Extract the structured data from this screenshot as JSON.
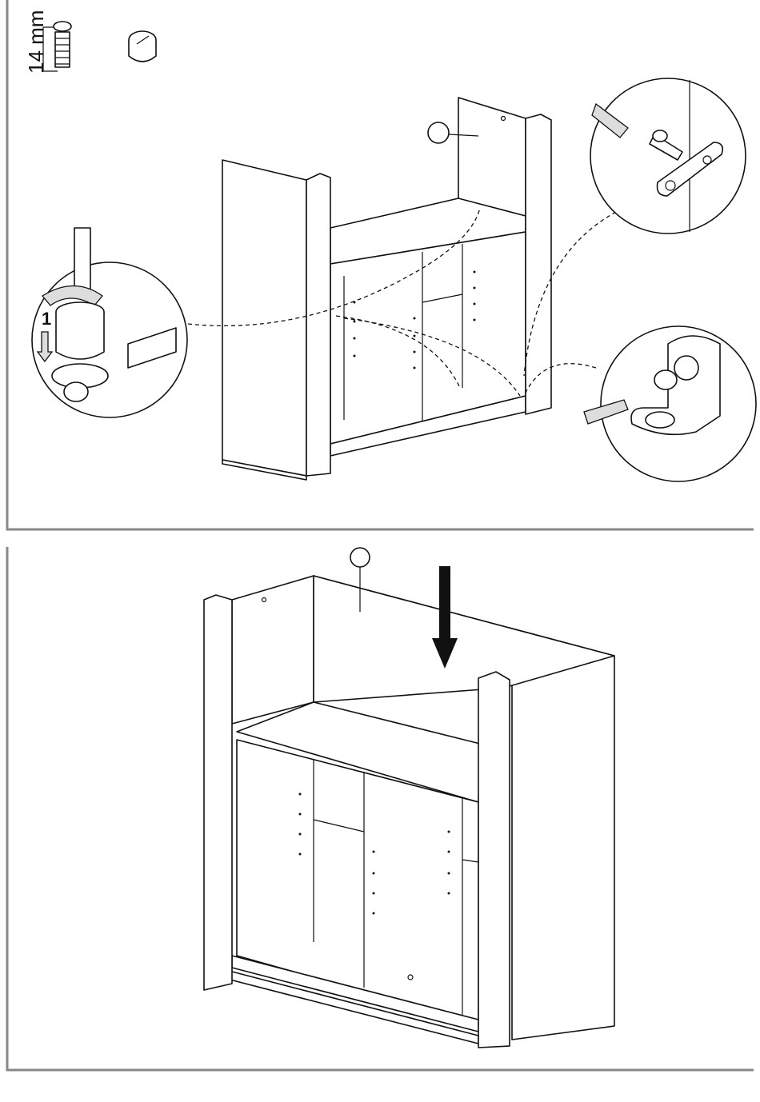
{
  "hardware": {
    "screw_length_label": "14 mm",
    "screw_icon": "screw-icon",
    "cam_lock_icon": "cam-lock-icon"
  },
  "step1": {
    "detail_left_step_number": "1",
    "part_callout": "part-callout-circle"
  },
  "step2": {
    "part_callout": "part-callout-circle"
  }
}
